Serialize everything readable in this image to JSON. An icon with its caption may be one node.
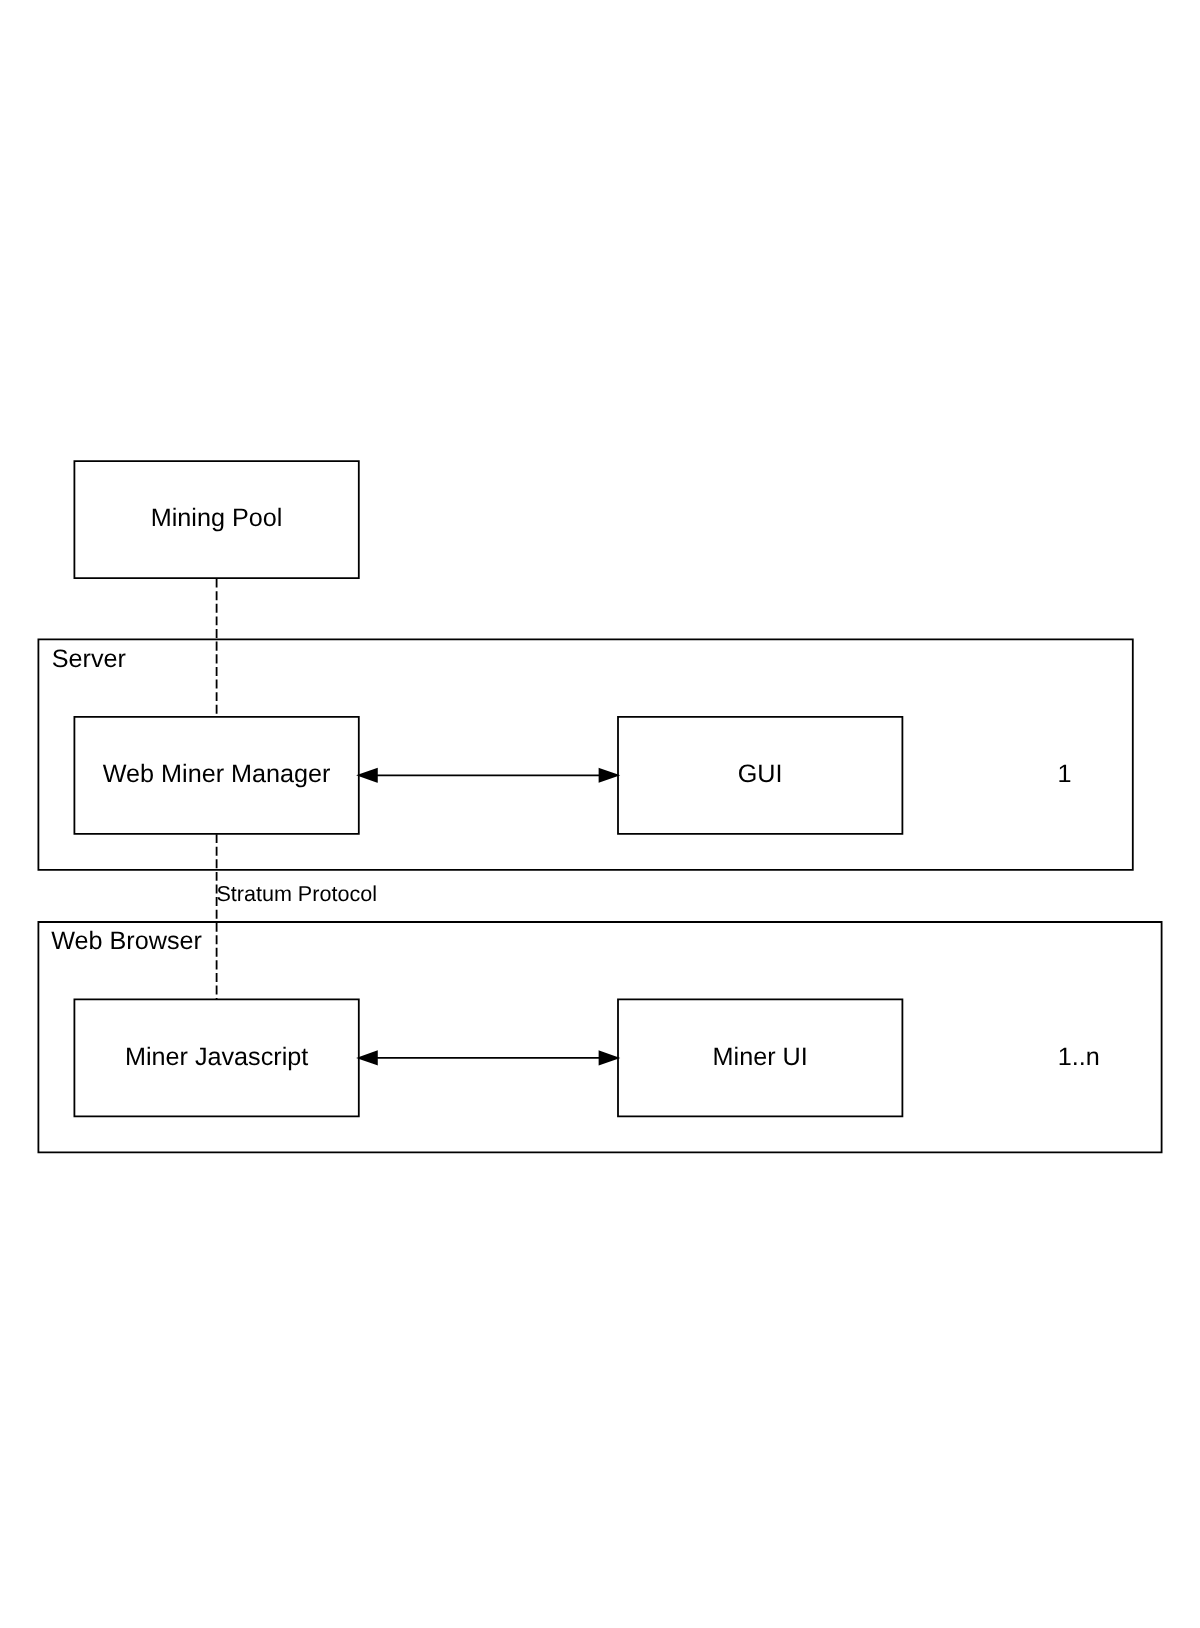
{
  "diagram": {
    "nodes": [
      {
        "text": [
          "Mining Pool"
        ]
      },
      {
        "text": [
          "Server"
        ]
      },
      {
        "text": [
          "Web Miner Manager"
        ],
        "in": 1
      },
      {
        "text": [
          "GUI"
        ],
        "in": 1
      },
      {
        "text": [
          "Web Browser"
        ]
      },
      {
        "text": [
          "Miner Javascript"
        ],
        "in": 4
      },
      {
        "text": [
          "Miner UI"
        ],
        "in": 4
      }
    ],
    "edges": [
      {
        "from": 0,
        "to": 2,
        "arrow": "none",
        "style": "dashed"
      },
      {
        "from": 2,
        "to": 3,
        "arrow": "both"
      },
      {
        "from": 2,
        "to": 5,
        "arrow": "none",
        "style": "dashed",
        "label": "Stratum Protocol"
      },
      {
        "from": 5,
        "to": 6,
        "arrow": "both"
      }
    ],
    "labels": [
      "1",
      "1..n"
    ]
  }
}
